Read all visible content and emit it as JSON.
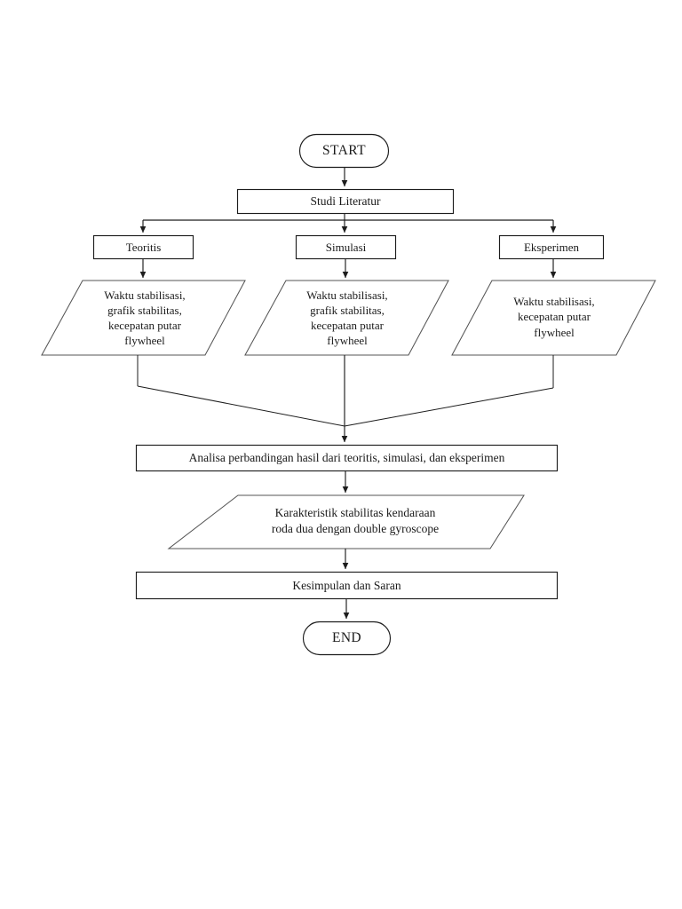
{
  "diagram": {
    "title": "Research methodology flowchart",
    "background_color": "#ffffff",
    "line_color": "#1d1d1d",
    "text_color": "#1a1a1a",
    "nodes": {
      "start": {
        "label": "START",
        "shape": "terminator"
      },
      "studi_literatur": {
        "label": "Studi Literatur",
        "shape": "process"
      },
      "teoritis": {
        "label": "Teoritis",
        "shape": "process"
      },
      "simulasi": {
        "label": "Simulasi",
        "shape": "process"
      },
      "eksperimen": {
        "label": "Eksperimen",
        "shape": "process"
      },
      "output_teoritis": {
        "label": "Waktu stabilisasi,\ngrafik stabilitas,\nkecepatan putar\nflywheel",
        "shape": "data"
      },
      "output_simulasi": {
        "label": "Waktu stabilisasi,\ngrafik stabilitas,\nkecepatan putar\nflywheel",
        "shape": "data"
      },
      "output_eksperimen": {
        "label": "Waktu stabilisasi,\nkecepatan putar\nflywheel",
        "shape": "data"
      },
      "analisa": {
        "label": "Analisa perbandingan hasil dari teoritis, simulasi, dan eksperimen",
        "shape": "process"
      },
      "karakteristik": {
        "label": "Karakteristik stabilitas kendaraan\nroda dua dengan double gyroscope",
        "shape": "data"
      },
      "kesimpulan": {
        "label": "Kesimpulan dan Saran",
        "shape": "process"
      },
      "end": {
        "label": "END",
        "shape": "terminator"
      }
    },
    "connectors": [
      {
        "name": "start-to-studi",
        "from": "start",
        "to": "studi_literatur",
        "arrow": true
      },
      {
        "name": "studi-to-fanout",
        "from": "studi_literatur",
        "to": "branch-bar",
        "arrow": false
      },
      {
        "name": "fanout-to-teoritis",
        "from": "branch-bar",
        "to": "teoritis",
        "arrow": true
      },
      {
        "name": "fanout-to-simulasi",
        "from": "branch-bar",
        "to": "simulasi",
        "arrow": true
      },
      {
        "name": "fanout-to-eksperimen",
        "from": "branch-bar",
        "to": "eksperimen",
        "arrow": true
      },
      {
        "name": "teoritis-to-output",
        "from": "teoritis",
        "to": "output_teoritis",
        "arrow": true
      },
      {
        "name": "simulasi-to-output",
        "from": "simulasi",
        "to": "output_simulasi",
        "arrow": true
      },
      {
        "name": "eksperimen-to-output",
        "from": "eksperimen",
        "to": "output_eksperimen",
        "arrow": true
      },
      {
        "name": "outputs-merge-to-analisa",
        "from": "merge-point",
        "to": "analisa",
        "arrow": true
      },
      {
        "name": "analisa-to-karakteristik",
        "from": "analisa",
        "to": "karakteristik",
        "arrow": true
      },
      {
        "name": "karakteristik-to-kesimpulan",
        "from": "karakteristik",
        "to": "kesimpulan",
        "arrow": true
      },
      {
        "name": "kesimpulan-to-end",
        "from": "kesimpulan",
        "to": "end",
        "arrow": true
      }
    ]
  }
}
